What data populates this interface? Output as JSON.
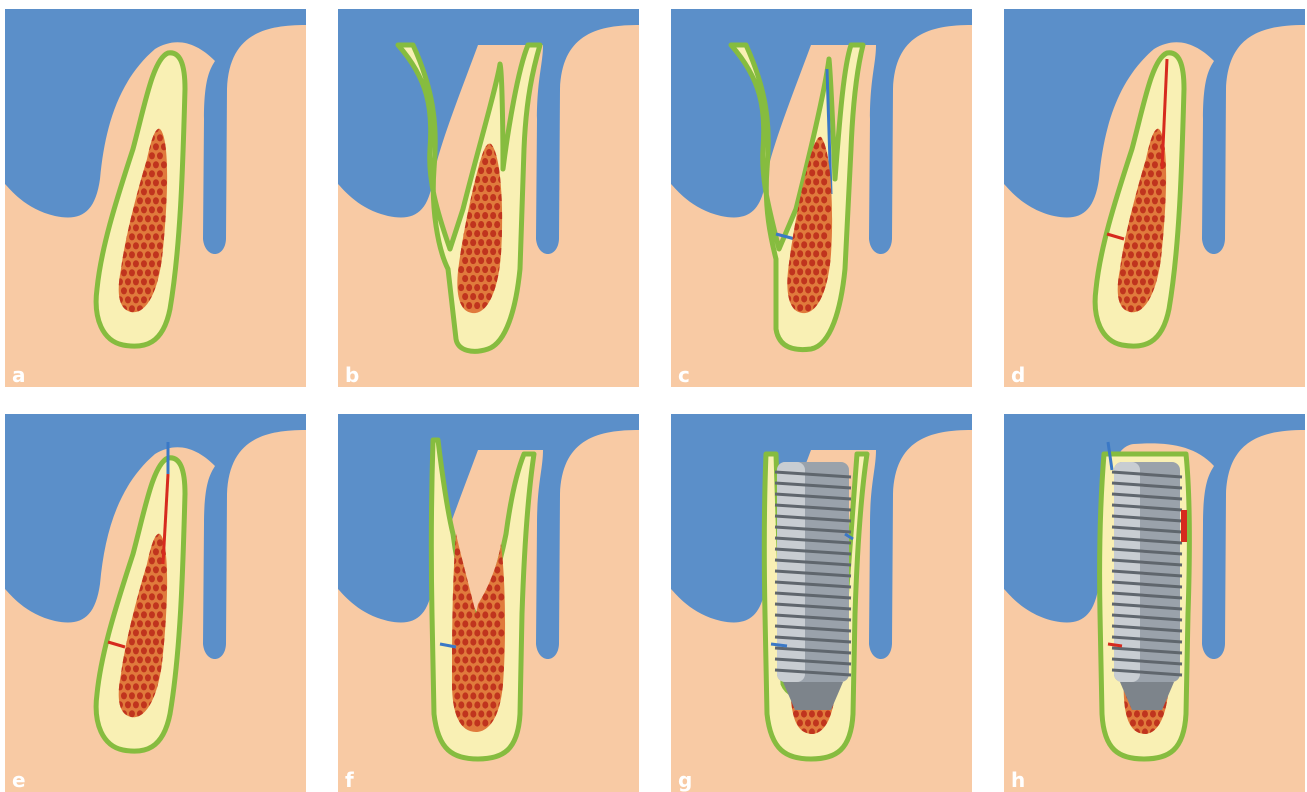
{
  "figure": {
    "colors": {
      "background": "#ffffff",
      "mucosa": "#5b8fc9",
      "soft_tissue": "#f8caa4",
      "cortical_outline": "#86bc3f",
      "bone": "#f9f0b4",
      "marrow": "#e07a3c",
      "marrow_cells": "#c0341e",
      "fracture_red": "#d62a1e",
      "fracture_blue": "#3a78c6",
      "implant": "#9aa2ab",
      "label_text": "#ffffff"
    },
    "icons": [
      "implant-icon"
    ],
    "panels": [
      {
        "label": "a"
      },
      {
        "label": "b"
      },
      {
        "label": "c"
      },
      {
        "label": "d"
      },
      {
        "label": "e"
      },
      {
        "label": "f"
      },
      {
        "label": "g"
      },
      {
        "label": "h"
      }
    ]
  }
}
